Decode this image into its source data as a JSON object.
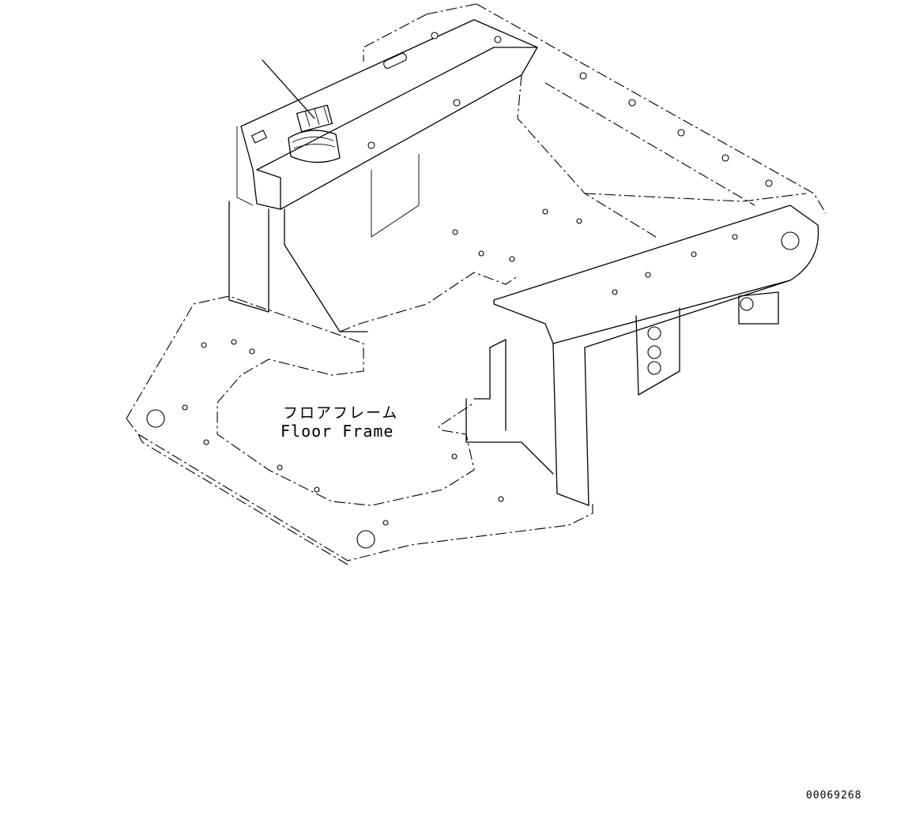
{
  "labels": {
    "floor_frame_jp": "フロアフレーム",
    "floor_frame_en": "Floor Frame"
  },
  "drawing_number": "00069268",
  "colors": {
    "line": "#000000",
    "background": "#ffffff"
  }
}
